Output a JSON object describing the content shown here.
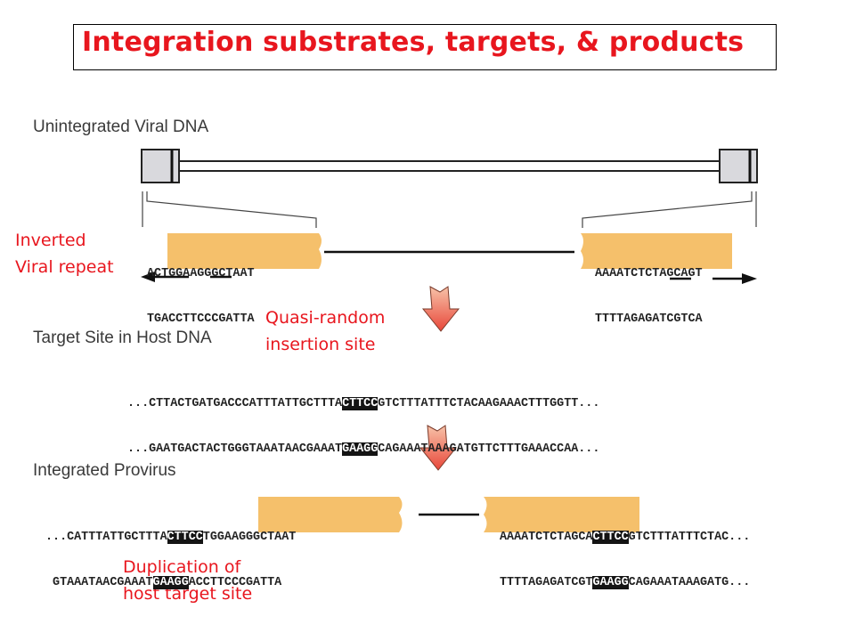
{
  "title": "Integration substrates, targets, & products",
  "sections": {
    "unintegrated": {
      "label": "Unintegrated Viral DNA",
      "left_end": {
        "top": [
          "AC",
          "TGGAAGGGCTAAT"
        ],
        "bottom": [
          "TG",
          "ACCTTCCCGATTA"
        ]
      },
      "right_end": {
        "top": [
          "AAAATCTCTAGCA",
          "GT"
        ],
        "bottom": [
          "TTTTAGAGATCGT",
          "CA"
        ]
      }
    },
    "target": {
      "label": "Target Site in Host DNA",
      "top": [
        "...CTTACTGATGACCCATTTATTGCTTTA",
        "CTTCC",
        "GTCTTTATTTCTACAAGAAACTTTGGTT..."
      ],
      "bottom": [
        "...GAATGACTACTGGGTAAATAACGAAAT",
        "GAAGG",
        "CAGAAATAAAGATGTTCTTTGAAACCAA..."
      ]
    },
    "provirus": {
      "label": "Integrated Provirus",
      "left": {
        "top": [
          "...CATTTATTGCTTTA",
          "CTTCC",
          "TGGAAGGGCTAAT"
        ],
        "bottom": [
          " GTAAATAACGAAAT",
          "GAAGG",
          "ACCTTCCCGATTA"
        ]
      },
      "right": {
        "top": [
          "AAAATCTCTAGCA",
          "CTTCC",
          "GTCTTTATTTCTAC..."
        ],
        "bottom": [
          "TTTTAGAGATCGT",
          "GAAGG",
          "CAGAAATAAAGATG..."
        ]
      }
    }
  },
  "annotations": {
    "inverted_repeat": [
      "Inverted",
      "Viral repeat"
    ],
    "insertion_site": [
      "Quasi-random",
      "insertion site"
    ],
    "duplication": [
      "Duplication of",
      "host target site"
    ]
  },
  "colors": {
    "title_red": "#e8161e",
    "viral_orange": "#f5c06b",
    "target_black": "#141414",
    "arrow_fill": "#f08a6a",
    "ltr_gray": "#d9d9dd"
  }
}
